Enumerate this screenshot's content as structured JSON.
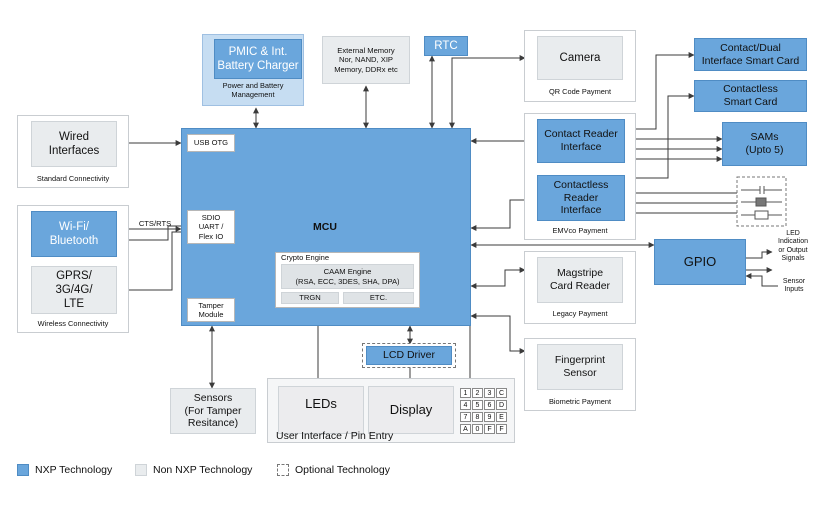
{
  "mcu": {
    "title": "MCU",
    "usb": "USB OTG",
    "sdio": "SDIO\nUART /\nFlex IO",
    "tamper": "Tamper\nModule",
    "crypto_label": "Crypto Engine",
    "caam": "CAAM Engine\n(RSA, ECC, 3DES, SHA, DPA)",
    "trgn": "TRGN",
    "etc": "ETC."
  },
  "pmic": {
    "label": "PMIC & Int.\nBattery Charger",
    "caption": "Power and Battery\nManagement"
  },
  "ext_memory": {
    "label": "External Memory\nNor, NAND, XIP\nMemory, DDRx etc"
  },
  "rtc": {
    "label": "RTC"
  },
  "camera": {
    "label": "Camera",
    "caption": "QR Code Payment"
  },
  "wired": {
    "label": "Wired\nInterfaces",
    "caption": "Standard Connectivity"
  },
  "wireless": {
    "wifi": "Wi-Fi/\nBluetooth",
    "gprs": "GPRS/\n3G/4G/\nLTE",
    "caption": "Wireless Connectivity",
    "signal": "CTS/RTS"
  },
  "emvco": {
    "contact_reader": "Contact Reader\nInterface",
    "contactless_reader": "Contactless\nReader\nInterface",
    "caption": "EMVco Payment"
  },
  "cards": {
    "contact_dual": "Contact/Dual\nInterface Smart Card",
    "contactless": "Contactless\nSmart Card",
    "sams": "SAMs\n(Upto 5)"
  },
  "gpio": {
    "label": "GPIO",
    "out_label": "LED\nIndication\nor Output\nSignals",
    "in_label": "Sensor\nInputs"
  },
  "magstripe": {
    "label": "Magstripe\nCard Reader",
    "caption": "Legacy Payment"
  },
  "fingerprint": {
    "label": "Fingerprint\nSensor",
    "caption": "Biometric Payment"
  },
  "lcd_driver": {
    "label": "LCD Driver"
  },
  "sensors": {
    "label": "Sensors\n(For Tamper\nResitance)"
  },
  "user_interface": {
    "leds": "LEDs",
    "display": "Display",
    "caption": "User Interface / Pin Entry",
    "keys": [
      "1",
      "2",
      "3",
      "C",
      "4",
      "5",
      "6",
      "D",
      "7",
      "8",
      "9",
      "E",
      "A",
      "0",
      "F",
      "F"
    ]
  },
  "legend": {
    "nxp": "NXP Technology",
    "non_nxp": "Non NXP Technology",
    "optional": "Optional Technology"
  },
  "colors": {
    "nxp": "#6aa6dc",
    "non_nxp": "#e9ecee",
    "line": "#3b3b3b"
  }
}
